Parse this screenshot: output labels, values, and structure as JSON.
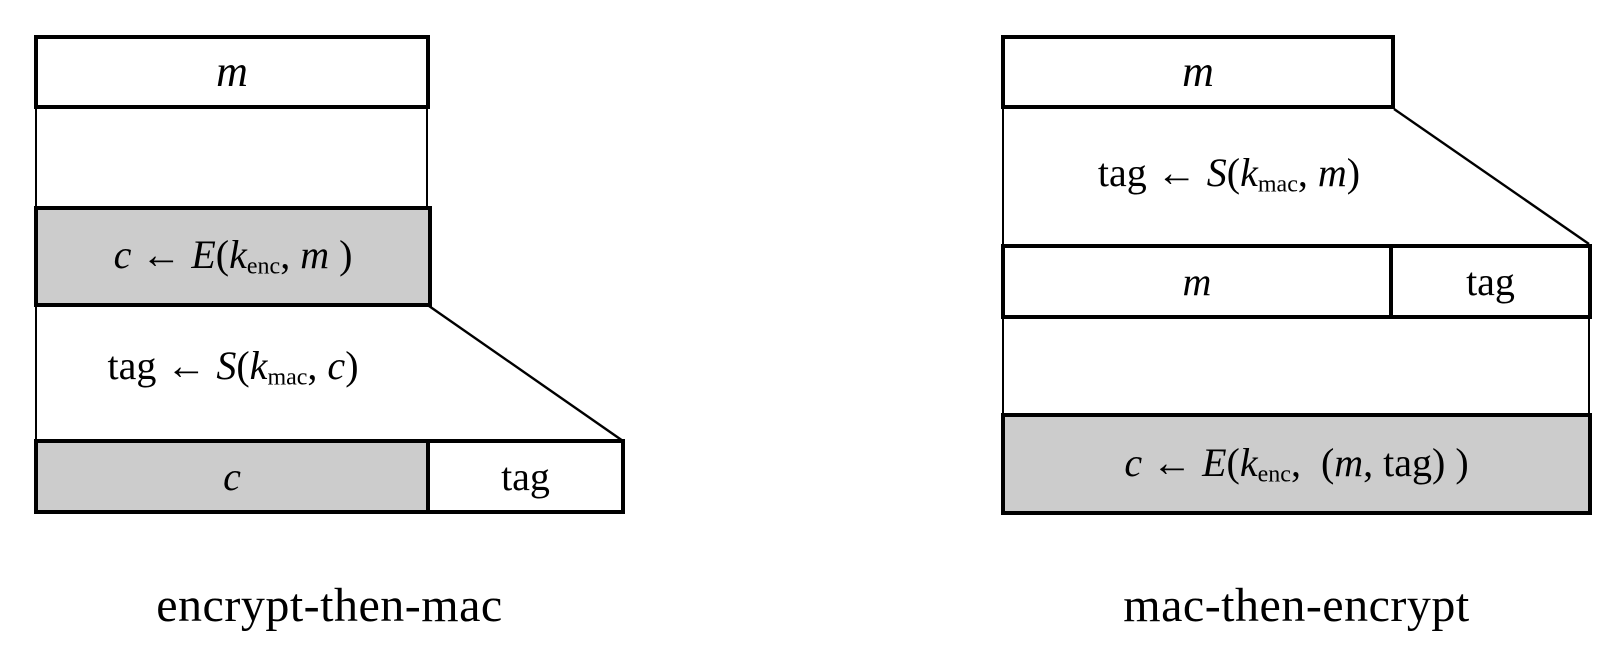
{
  "figure": {
    "kind": "diagram",
    "topic": "authenticated encryption composition schemes"
  },
  "colors": {
    "background": "#ffffff",
    "box_fill_gray": "#cccccc",
    "box_fill_white": "#ffffff",
    "line": "#000000"
  },
  "left_diagram": {
    "caption": "encrypt-then-mac",
    "message_box": {
      "runs": [
        {
          "t": "m",
          "s": "i"
        }
      ]
    },
    "encrypt_box": {
      "runs": [
        {
          "t": "c",
          "s": "i"
        },
        {
          "t": " ← ",
          "s": "r"
        },
        {
          "t": "E",
          "s": "i"
        },
        {
          "t": "(",
          "s": "r"
        },
        {
          "t": "k",
          "s": "i"
        },
        {
          "t": "enc",
          "s": "sub"
        },
        {
          "t": ", ",
          "s": "r"
        },
        {
          "t": "m",
          "s": "i"
        },
        {
          "t": " )",
          "s": "r"
        }
      ]
    },
    "mac_step": {
      "runs": [
        {
          "t": "tag",
          "s": "r"
        },
        {
          "t": " ← ",
          "s": "r"
        },
        {
          "t": "S",
          "s": "i"
        },
        {
          "t": "(",
          "s": "r"
        },
        {
          "t": "k",
          "s": "i"
        },
        {
          "t": "mac",
          "s": "sub"
        },
        {
          "t": ", ",
          "s": "r"
        },
        {
          "t": "c",
          "s": "i"
        },
        {
          "t": ")",
          "s": "r"
        }
      ]
    },
    "output_cipher_cell": {
      "runs": [
        {
          "t": "c",
          "s": "i"
        }
      ]
    },
    "output_tag_cell": {
      "runs": [
        {
          "t": "tag",
          "s": "r"
        }
      ]
    }
  },
  "right_diagram": {
    "caption": "mac-then-encrypt",
    "message_box": {
      "runs": [
        {
          "t": "m",
          "s": "i"
        }
      ]
    },
    "mac_step": {
      "runs": [
        {
          "t": "tag",
          "s": "r"
        },
        {
          "t": " ← ",
          "s": "r"
        },
        {
          "t": "S",
          "s": "i"
        },
        {
          "t": "(",
          "s": "r"
        },
        {
          "t": "k",
          "s": "i"
        },
        {
          "t": "mac",
          "s": "sub"
        },
        {
          "t": ", ",
          "s": "r"
        },
        {
          "t": "m",
          "s": "i"
        },
        {
          "t": ")",
          "s": "r"
        }
      ]
    },
    "concat_message_cell": {
      "runs": [
        {
          "t": "m",
          "s": "i"
        }
      ]
    },
    "concat_tag_cell": {
      "runs": [
        {
          "t": "tag",
          "s": "r"
        }
      ]
    },
    "encrypt_box": {
      "runs": [
        {
          "t": "c",
          "s": "i"
        },
        {
          "t": " ← ",
          "s": "r"
        },
        {
          "t": "E",
          "s": "i"
        },
        {
          "t": "(",
          "s": "r"
        },
        {
          "t": "k",
          "s": "i"
        },
        {
          "t": "enc",
          "s": "sub"
        },
        {
          "t": ",  (",
          "s": "r"
        },
        {
          "t": "m",
          "s": "i"
        },
        {
          "t": ", ",
          "s": "r"
        },
        {
          "t": "tag",
          "s": "r"
        },
        {
          "t": ") )",
          "s": "r"
        }
      ]
    }
  }
}
